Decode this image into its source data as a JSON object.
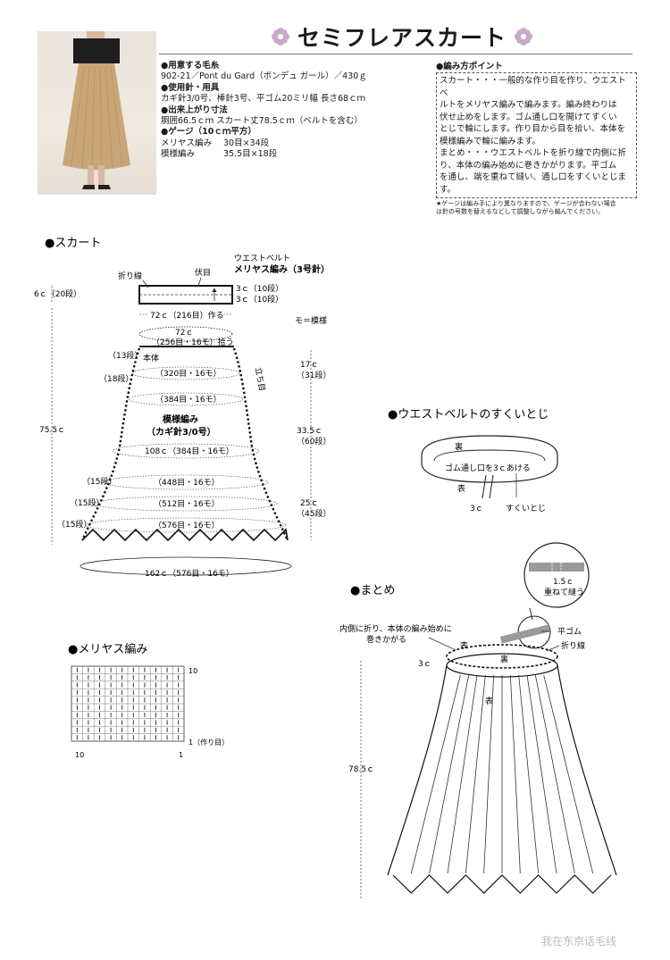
{
  "title": "セミフレアスカート",
  "materials": {
    "yarn_heading": "●用意する毛糸",
    "yarn": "902-21／Pont du Gard（ポンデュ ガール）／430ｇ",
    "needles_heading": "●使用針・用具",
    "needles": "カギ針3/0号、棒針3号、平ゴム20ミリ幅 長さ68ｃｍ",
    "size_heading": "●出来上がり寸法",
    "size": "胴囲66.5ｃｍ スカート丈78.5ｃｍ（ベルトを含む）",
    "gauge_heading": "●ゲージ（10ｃｍ平方）",
    "gauge": [
      {
        "name": "メリヤス編み",
        "value": "30目×34段"
      },
      {
        "name": "模様編み",
        "value": "35.5目×18段"
      }
    ]
  },
  "points": {
    "heading": "●編み方ポイント",
    "lines": [
      "スカート・・・一般的な作り目を作り、ウエストベ",
      "ルトをメリヤス編みで編みます。編み終わりは",
      "伏せ止めをします。ゴム通し口を開けてすくい",
      "とじで輪にします。作り目から目を拾い、本体を",
      "模様編みで輪に編みます。",
      "まとめ・・・ウエストベルトを折り線で内側に折",
      "り、本体の編み始めに巻きかがります。平ゴム",
      "を通し、端を重ねて縫い、通し口をすくいとじま",
      "す。"
    ],
    "note_lines": [
      "★ゲージは編み手により異なりますので、ゲージが合わない場合",
      "は針の号数を替えるなどして調整しながら編んでください。"
    ]
  },
  "skirt": {
    "heading": "●スカート",
    "fold_line": "折り線",
    "bind_off": "伏目",
    "waist_belt": "ウエストベルト",
    "belt_stitch": "メリヤス編み（3号針）",
    "belt_height": "6ｃ（20段）",
    "belt_rows_top": "3ｃ（10段）",
    "belt_rows_bottom": "3ｃ（10段）",
    "cast_on": "72ｃ（216目）作る",
    "pickup_width": "72ｃ",
    "pickup_count": "（256目・16モ）拾う",
    "motif_legend": "モ＝模様",
    "body_label": "本体",
    "rows_13": "（13段）",
    "rows_18": "（18段）",
    "count_320": "（320目・16モ）",
    "count_384a": "（384目・16モ）",
    "pattern_name": "模様編み",
    "pattern_hook": "（カギ針3/0号）",
    "count_384b": "108ｃ（384目・16モ）",
    "count_448": "（448目・16モ）",
    "count_512": "（512目・16モ）",
    "count_576": "（576目・16モ）",
    "rows_15a": "（15段）",
    "rows_15b": "（15段）",
    "rows_15c": "（15段）",
    "total_length": "75.5ｃ",
    "upright": "立ち目",
    "seg1_cm": "17ｃ",
    "seg1_rows": "（31段）",
    "seg2_cm": "33.5ｃ",
    "seg2_rows": "（60段）",
    "seg3_cm": "25ｃ",
    "seg3_rows": "（45段）",
    "hem": "162ｃ（576目・16モ）"
  },
  "belt_join": {
    "heading": "●ウエストベルトのすくいとじ",
    "back": "裏",
    "front": "表",
    "opening": "ゴム通し口を3ｃあける",
    "gap": "3ｃ",
    "seam": "すくいとじ"
  },
  "stockinette": {
    "heading": "●メリヤス編み",
    "row_top": "10",
    "row_start": "1（作り目）",
    "col_left": "10",
    "col_right": "1"
  },
  "finishing": {
    "heading": "●まとめ",
    "instruction_1": "内側に折り、本体の編み始めに",
    "instruction_2": "巻きかがる",
    "elastic": "平ゴム",
    "fold_line": "折り線",
    "overlap_cm": "1.5ｃ",
    "overlap": "重ねて縫う",
    "gap": "3ｃ",
    "back": "裏",
    "front": "表",
    "length": "78.5ｃ"
  },
  "watermark": "我在东京话毛线"
}
